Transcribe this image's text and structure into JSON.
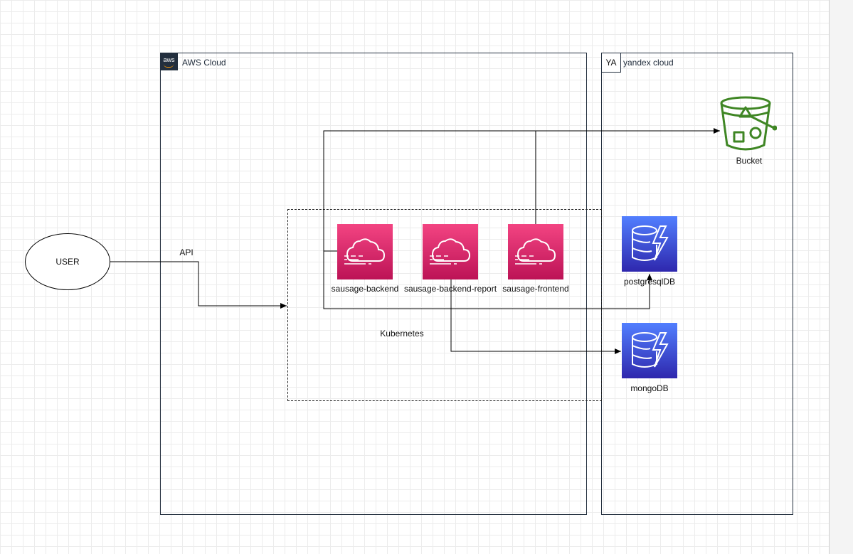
{
  "groups": {
    "aws": {
      "title": "AWS Cloud",
      "logo_text": "aws"
    },
    "yandex": {
      "title": "yandex cloud",
      "logo_text": "YA"
    }
  },
  "cluster": {
    "label": "Kubernetes"
  },
  "user": {
    "label": "USER"
  },
  "edges": {
    "api_label": "API"
  },
  "services": [
    {
      "label": "sausage-backend",
      "icon": "cloud-service-icon"
    },
    {
      "label": "sausage-backend-report",
      "icon": "cloud-service-icon"
    },
    {
      "label": "sausage-frontend",
      "icon": "cloud-service-icon"
    }
  ],
  "storage": {
    "bucket": {
      "label": "Bucket",
      "icon": "s3-bucket-icon"
    },
    "postgres": {
      "label": "postgresqlDB",
      "icon": "database-icon"
    },
    "mongo": {
      "label": "mongoDB",
      "icon": "database-icon"
    }
  },
  "colors": {
    "service": "#dd2a6b",
    "database": "#3b48cc",
    "bucket": "#3f8624",
    "aws_border": "#232f3e"
  }
}
